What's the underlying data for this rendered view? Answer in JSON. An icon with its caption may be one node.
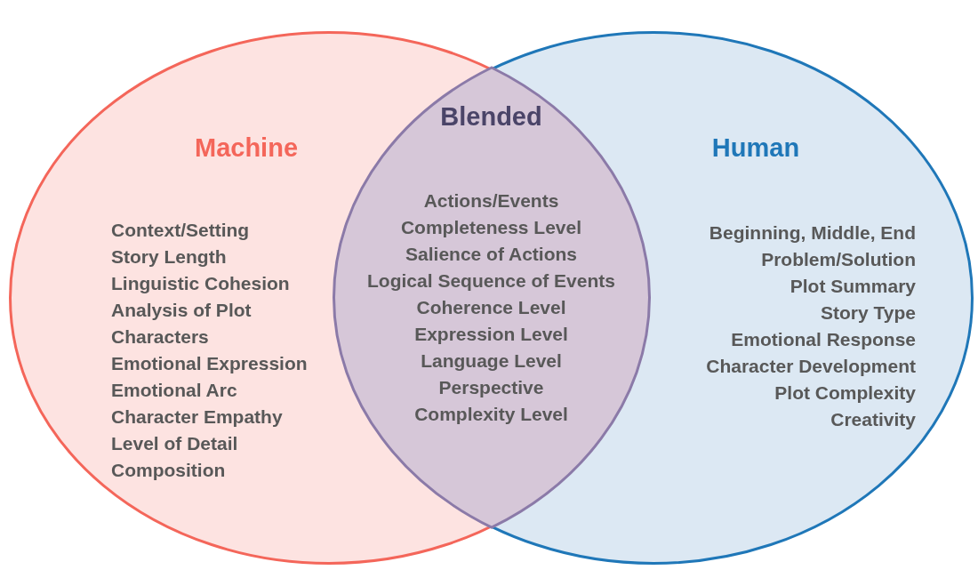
{
  "diagram": {
    "nodes": [
      {
        "text": [
          "Machine",
          "Context/Setting",
          "Story Length",
          "Linguistic Cohesion",
          "Analysis of Plot",
          "Characters",
          "Emotional Expression",
          "Emotional Arc",
          "Character Empathy",
          "Level of Detail",
          "Composition"
        ]
      },
      {
        "text": [
          "Blended",
          "Actions/Events",
          "Completeness Level",
          "Salience of Actions",
          "Logical Sequence of Events",
          "Coherence Level",
          "Expression Level",
          "Language Level",
          "Perspective",
          "Complexity Level"
        ]
      },
      {
        "text": [
          "Human",
          "Beginning, Middle, End",
          "Problem/Solution",
          "Plot Summary",
          "Story Type",
          "Emotional Response",
          "Character Development",
          "Plot Complexity",
          "Creativity"
        ]
      }
    ],
    "edges": []
  }
}
